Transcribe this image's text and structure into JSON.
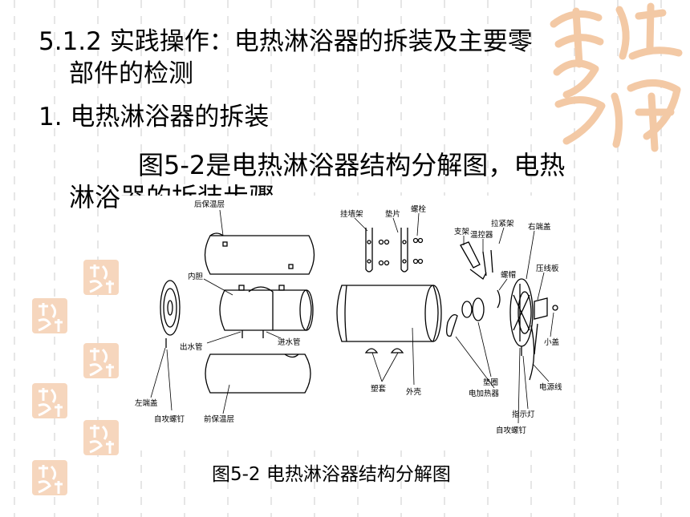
{
  "heading": {
    "line1": "5.1.2 实践操作：电热淋浴器的拆装及主要零",
    "line2": "部件的检测"
  },
  "subheading": "1. 电热淋浴器的拆装",
  "paragraph": {
    "line1": "图5-2是电热淋浴器结构分解图，电热",
    "line2_partial": "淋浴器的拆装步骤"
  },
  "figure": {
    "caption": "图5-2  电热淋浴器结构分解图",
    "labels": {
      "back_insulation": "后保温层",
      "inner_tank": "内胆",
      "outlet_pipe": "出水管",
      "inlet_pipe": "进水管",
      "left_end_cap": "左端盖",
      "self_tapping_screw_left": "自攻螺钉",
      "front_insulation": "前保温层",
      "wall_bracket": "挂墙架",
      "washer": "垫片",
      "bolt": "螺栓",
      "plastic_sleeve": "塑套",
      "outer_shell": "外壳",
      "stand": "支架",
      "thermostat": "温控器",
      "tension_bracket": "拉紧架",
      "nut": "螺帽",
      "right_end_cap": "右端盖",
      "terminal_board": "压线板",
      "small_cover": "小盖",
      "gasket": "垫圈",
      "electric_heater": "电加热器",
      "power_cord": "电源线",
      "indicator_light": "指示灯",
      "self_tapping_screw_right": "自攻螺钉"
    }
  },
  "colors": {
    "background": "#ffffff",
    "grid_line": "#e3e3e3",
    "seal": "#f3c9a5",
    "text": "#000000"
  }
}
